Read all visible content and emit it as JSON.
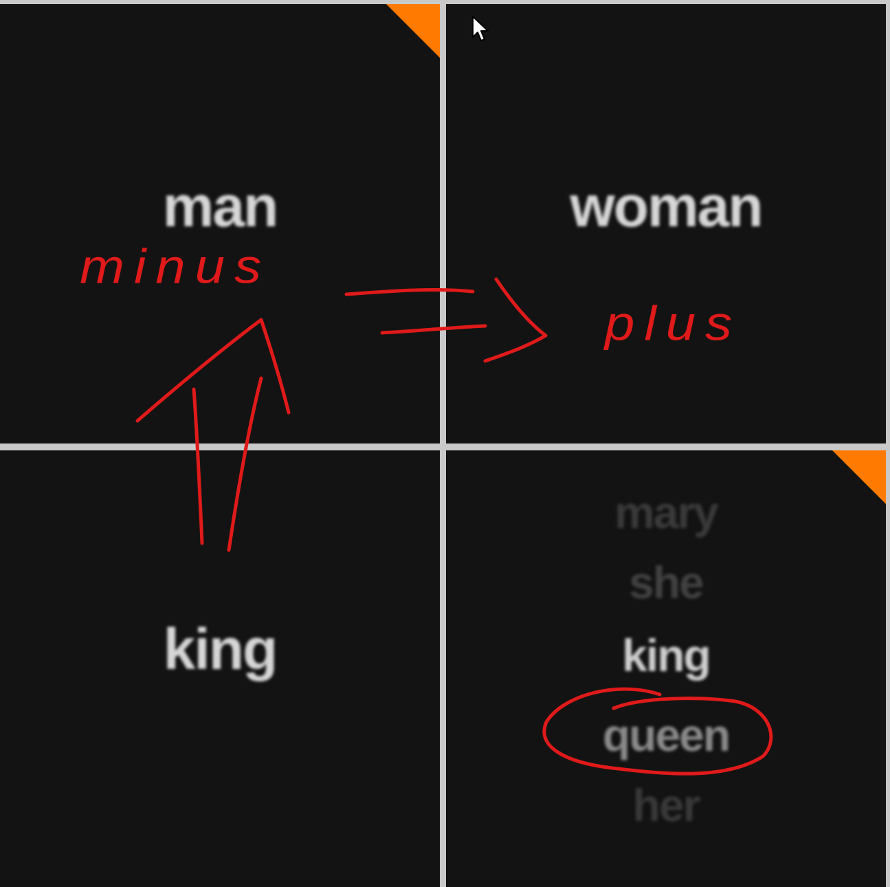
{
  "cells": {
    "top_left": {
      "word": "man"
    },
    "top_right": {
      "word": "woman"
    },
    "bottom_left": {
      "word": "king"
    },
    "bottom_right": {
      "results": [
        "mary",
        "she",
        "king",
        "queen",
        "her"
      ]
    }
  },
  "annotations": {
    "minus_label": "minus",
    "plus_label": "plus"
  },
  "colors": {
    "corner_accent": "#ff7a00",
    "annotation": "#e01a1a",
    "cell_background": "#131313",
    "divider": "#c9c9c9"
  }
}
